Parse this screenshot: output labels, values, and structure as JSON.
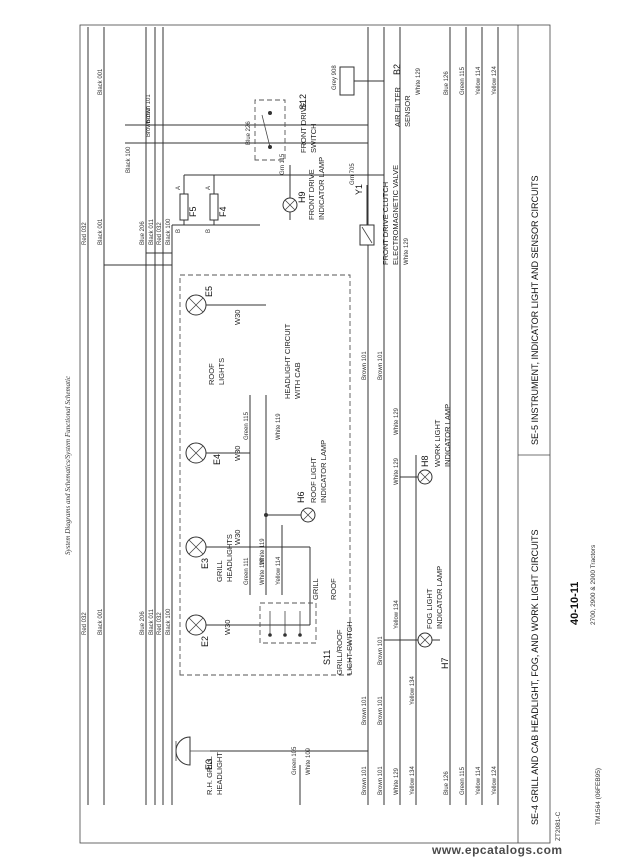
{
  "header": {
    "section_title": "System Diagrams and Schematics/System Functional Schematic"
  },
  "titles": {
    "se4": "SE-4  GRILL AND CAB HEADLIGHT, FOG, AND WORK LIGHT CIRCUITS",
    "se5": "SE-5  INSTRUMENT, INDICATOR LIGHT AND SENSOR CIRCUITS"
  },
  "footer": {
    "page_number": "40-10-11",
    "manual": "TM1564 (06FEB95)",
    "models": "2700, 2900 & 2900 Tractors",
    "figure_id": "ZT2081-C",
    "website": "www.epcatalogs.com"
  },
  "components": {
    "e3": {
      "code": "E3",
      "label1": "R.H. GRILL",
      "label2": "HEADLIGHT"
    },
    "e2": {
      "code": "E2",
      "ground": "W30"
    },
    "grill_headlights": {
      "code": "E3",
      "label1": "GRILL",
      "label2": "HEADLIGHTS",
      "ground": "W30"
    },
    "e4": {
      "code": "E4",
      "ground": "W30"
    },
    "roof_lights": {
      "label1": "ROOF",
      "label2": "LIGHTS"
    },
    "e5": {
      "code": "E5",
      "ground": "W30"
    },
    "cab_box": {
      "label1": "HEADLIGHT CIRCUIT",
      "label2": "WITH CAB"
    },
    "s11": {
      "code": "S11",
      "label1": "GRILL/ROOF",
      "label2": "LIGHT SWITCH",
      "pos1": "GRILL",
      "pos2": "ROOF"
    },
    "h6": {
      "code": "H6",
      "label1": "ROOF LIGHT",
      "label2": "INDICATOR LAMP"
    },
    "h7": {
      "code": "H7",
      "label1": "FOG LIGHT",
      "label2": "INDICATOR LAMP"
    },
    "h8": {
      "code": "H8",
      "label1": "WORK LIGHT",
      "label2": "INDICATOR LAMP"
    },
    "f4": {
      "code": "F4"
    },
    "f5": {
      "code": "F5"
    },
    "fuse_a1": "A",
    "fuse_b1": "B",
    "fuse_a2": "A",
    "fuse_b2": "B",
    "h9": {
      "code": "H9",
      "label1": "FRONT DRIVE",
      "label2": "INDICATOR LAMP"
    },
    "s12": {
      "code": "S12",
      "label1": "FRONT DRIVE",
      "label2": "SWITCH"
    },
    "y1": {
      "code": "Y1",
      "label1": "FRONT DRIVE CLUTCH",
      "label2": "ELECTROMAGNETIC VALVE"
    },
    "b2": {
      "code": "B2",
      "label1": "AIR FILTER",
      "label2": "SENSOR"
    }
  },
  "wires": {
    "red032a": "Red 032",
    "black001a": "Black 001",
    "blue206a": "Blue 206",
    "black011a": "Black 011",
    "red032b": "Red 032",
    "black100a": "Black 100",
    "red032c": "Red 032",
    "black001b": "Black 001",
    "blue206b": "Blue 206",
    "black011b": "Black 011",
    "red032d": "Red 032",
    "black100b": "Black 100",
    "black001c": "Black 001",
    "black100c": "Black 100",
    "brown101a": "Brown 101",
    "brown101b": "Brown 101",
    "brown101c": "Brown 101",
    "brown101d": "Brown 101",
    "brown101e": "Brown 101",
    "brown101f": "Brown 101",
    "brown101g": "Brown 101",
    "brown101h": "Brown 101",
    "brown101i": "Brown 101",
    "green105": "Green 105",
    "white109": "White 109",
    "white129a": "White 129",
    "white129b": "White 129",
    "white129c": "White 129",
    "white129d": "White 129",
    "white129e": "White 129",
    "yellow134a": "Yellow 134",
    "yellow134b": "Yellow 134",
    "yellow134c": "Yellow 134",
    "blue126a": "Blue 126",
    "blue126b": "Blue 126",
    "green115a": "Green 115",
    "green115b": "Green 115",
    "yellow114a": "Yellow 114",
    "yellow114b": "Yellow 114",
    "yellow124a": "Yellow 124",
    "yellow124b": "Yellow 124",
    "green111": "Green 111",
    "white119a": "White 119",
    "white119b": "White 119",
    "white119c": "White 119",
    "yellow114c": "Yellow 114",
    "green115c": "Green 115",
    "blue226": "Blue 226",
    "grn115": "Grn 115",
    "grn705": "Grn 705",
    "grey908": "Grey 908"
  }
}
